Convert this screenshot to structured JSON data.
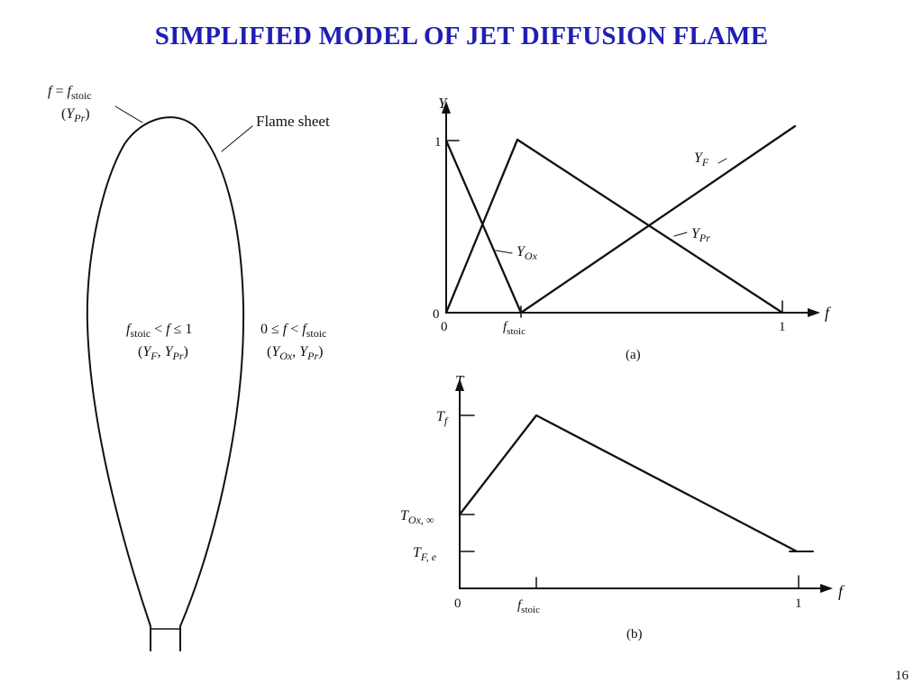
{
  "slide": {
    "title": "SIMPLIFIED MODEL OF JET DIFFUSION FLAME",
    "page_number": "16",
    "title_color": "#1f1fb4"
  },
  "flame": {
    "tip_label_1": "f = f_stoic",
    "tip_label_2": "(Y_Pr)",
    "sheet_label": "Flame sheet",
    "inside_label_1": "f_stoic < f ≤ 1",
    "inside_label_2": "(Y_F, Y_Pr)",
    "outside_label_1": "0 ≤ f < f_stoic",
    "outside_label_2": "(Y_Ox, Y_Pr)"
  },
  "plot_a": {
    "caption": "(a)",
    "y_axis_label": "Y",
    "x_axis_label": "f",
    "y_tick_one": "1",
    "y_tick_zero": "0",
    "x_tick_zero": "0",
    "x_tick_stoic": "f_stoic",
    "x_tick_one": "1",
    "series_labels": {
      "fuel": "Y_F",
      "oxidizer": "Y_Ox",
      "products": "Y_Pr"
    }
  },
  "plot_b": {
    "caption": "(b)",
    "y_axis_label": "T",
    "x_axis_label": "f",
    "y_tick_flame": "T_f",
    "y_tick_ox": "T_Ox, ∞",
    "y_tick_fuel": "T_F, e",
    "x_tick_zero": "0",
    "x_tick_stoic": "f_stoic",
    "x_tick_one": "1"
  }
}
